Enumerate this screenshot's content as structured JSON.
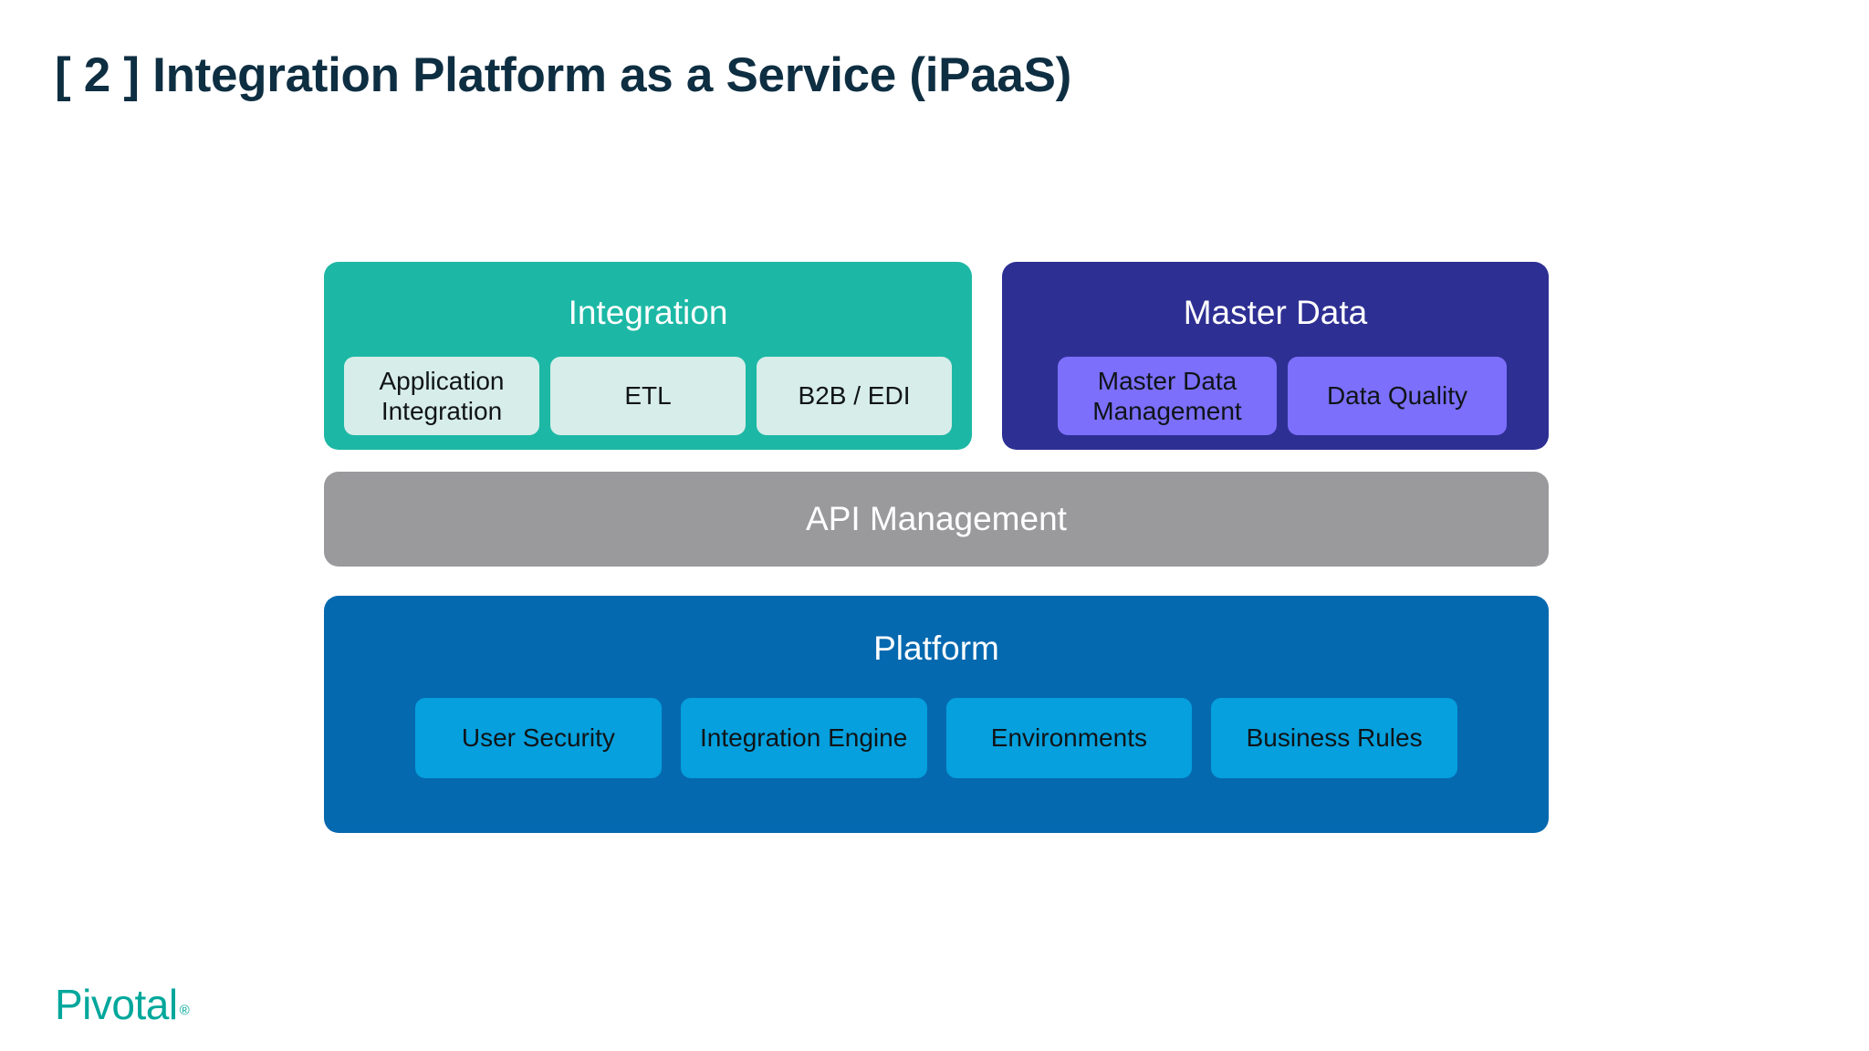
{
  "slide": {
    "title": "[ 2 ] Integration Platform as a Service (iPaaS)",
    "title_color": "#0E2E42",
    "background_color": "#FFFFFF"
  },
  "diagram": {
    "type": "layered-stack",
    "groups": [
      {
        "id": "integration",
        "title": "Integration",
        "fill": "#1CB8A5",
        "title_color": "#FFFFFF",
        "chip_fill": "#D7EDE9",
        "chip_text_color": "#101418",
        "chips": [
          {
            "label": "Application Integration"
          },
          {
            "label": "ETL"
          },
          {
            "label": "B2B / EDI"
          }
        ]
      },
      {
        "id": "master-data",
        "title": "Master Data",
        "fill": "#2E2F93",
        "title_color": "#FFFFFF",
        "chip_fill": "#7B6FFB",
        "chip_text_color": "#101418",
        "chips": [
          {
            "label": "Master Data Management"
          },
          {
            "label": "Data Quality"
          }
        ]
      },
      {
        "id": "api-management",
        "title": "API Management",
        "fill": "#9A9A9D",
        "title_color": "#FFFFFF",
        "chips": []
      },
      {
        "id": "platform",
        "title": "Platform",
        "fill": "#0569B0",
        "title_color": "#FFFFFF",
        "chip_fill": "#05A0DD",
        "chip_text_color": "#101418",
        "chips": [
          {
            "label": "User Security"
          },
          {
            "label": "Integration Engine"
          },
          {
            "label": "Environments"
          },
          {
            "label": "Business Rules"
          }
        ]
      }
    ]
  },
  "footer": {
    "logo_wordmark": "Pivotal",
    "logo_trademark": "®",
    "logo_color": "#00A79B"
  }
}
